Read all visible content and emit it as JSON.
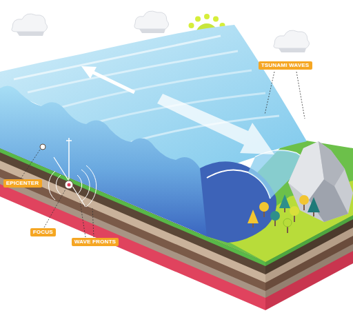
{
  "diagram": {
    "labels": [
      "TSUNAMI WAVES",
      "EPICENTER",
      "FOCUS",
      "WAVE FRONTS"
    ]
  }
}
